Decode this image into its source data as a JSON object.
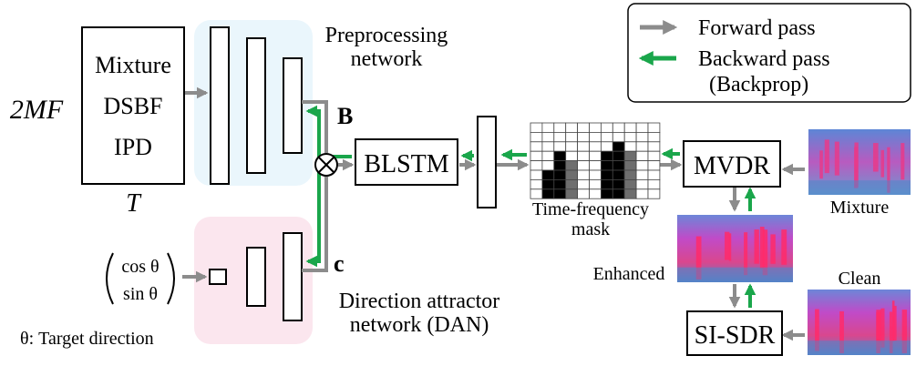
{
  "input": {
    "dim_vertical": "2MF",
    "dim_horizontal": "T",
    "lines": [
      "Mixture",
      "DSBF",
      "IPD"
    ]
  },
  "preprocessing": {
    "label_line1": "Preprocessing",
    "label_line2": "network"
  },
  "dan": {
    "label_line1": "Direction attractor",
    "label_line2": "network (DAN)",
    "vector_top": "cos θ",
    "vector_bottom": "sin θ",
    "target_label": "θ: Target direction"
  },
  "symbols": {
    "b": "B",
    "c": "c",
    "multiply": "⊗"
  },
  "blocks": {
    "blstm": "BLSTM",
    "mvdr": "MVDR",
    "sisdr": "SI-SDR"
  },
  "mask": {
    "label_line1": "Time-frequency",
    "label_line2": "mask"
  },
  "spectrograms": {
    "mixture": "Mixture",
    "enhanced": "Enhanced",
    "clean": "Clean"
  },
  "legend": {
    "forward": "Forward pass",
    "backward_line1": "Backward pass",
    "backward_line2": "(Backprop)"
  },
  "colors": {
    "forward_arrow": "#8c8c8c",
    "backward_arrow": "#1aa64b",
    "preprocessing_bg": "#eaf6fc",
    "dan_bg": "#fbe6ee"
  }
}
